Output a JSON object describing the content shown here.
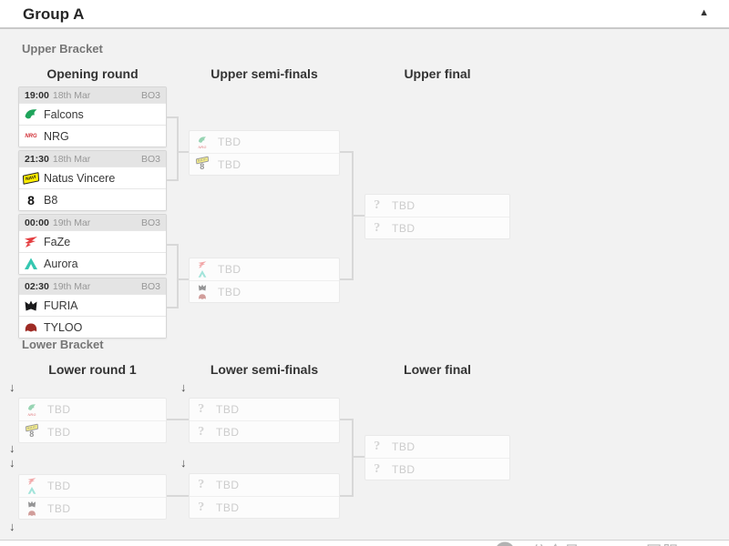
{
  "panel": {
    "title": "Group A"
  },
  "labels": {
    "tbd": "TBD"
  },
  "icons": {
    "collapse": "▲",
    "drop_arrow": "↓",
    "question": "?",
    "nrg_wordmark": "NRG",
    "navi_wordmark": "NAVI",
    "b8_glyph": "8",
    "wechat": "wechat-logo"
  },
  "team_colors": {
    "falcons": "#1fa45b",
    "nrg": "#d13239",
    "navi": "#ffee00",
    "b8": "#141414",
    "faze": "#e43d40",
    "aurora": "#35c7b1",
    "furia": "#1a1a1c",
    "tyloo": "#9e2b25"
  },
  "upper": {
    "section_label": "Upper Bracket",
    "columns": [
      "Opening round",
      "Upper semi-finals",
      "Upper final"
    ],
    "matches": [
      {
        "time": "19:00",
        "date": "18th Mar",
        "format": "BO3",
        "team1": "Falcons",
        "icon1": "falcons",
        "team2": "NRG",
        "icon2": "nrg"
      },
      {
        "time": "21:30",
        "date": "18th Mar",
        "format": "BO3",
        "team1": "Natus Vincere",
        "icon1": "navi",
        "team2": "B8",
        "icon2": "b8"
      },
      {
        "time": "00:00",
        "date": "19th Mar",
        "format": "BO3",
        "team1": "FaZe",
        "icon1": "faze",
        "team2": "Aurora",
        "icon2": "aurora"
      },
      {
        "time": "02:30",
        "date": "19th Mar",
        "format": "BO3",
        "team1": "FURIA",
        "icon1": "furia",
        "team2": "TYLOO",
        "icon2": "tyloo"
      }
    ]
  },
  "lower": {
    "section_label": "Lower Bracket",
    "columns": [
      "Lower round 1",
      "Lower semi-finals",
      "Lower final"
    ]
  },
  "watermark": {
    "text": "公众号 · CSGO国服"
  }
}
